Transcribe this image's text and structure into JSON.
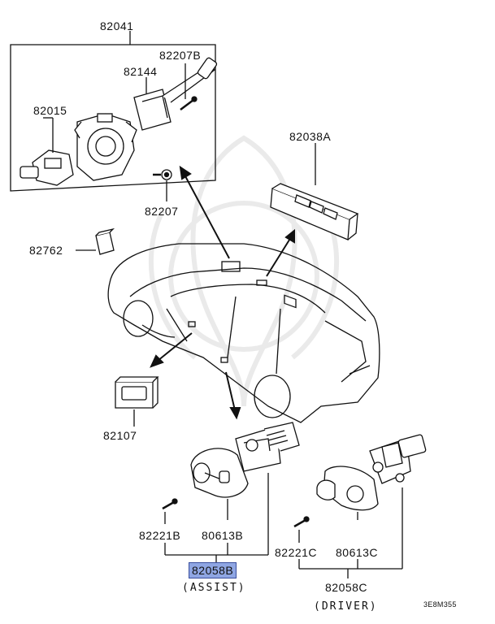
{
  "parts": {
    "p82041": "82041",
    "p82207B": "82207B",
    "p82144": "82144",
    "p82015": "82015",
    "p82207": "82207",
    "p82762": "82762",
    "p82038A": "82038A",
    "p82107": "82107",
    "p82221B": "82221B",
    "p80613B": "80613B",
    "p82058B": "82058B",
    "p82221C": "82221C",
    "p80613C": "80613C",
    "p82058C": "82058C"
  },
  "notes": {
    "assist": "(ASSIST)",
    "driver": "(DRIVER)"
  },
  "diagram_code": "3E8M355",
  "colors": {
    "highlight_fill": "#8fa6e3",
    "highlight_border": "#3a4f9e",
    "line": "#111111"
  }
}
